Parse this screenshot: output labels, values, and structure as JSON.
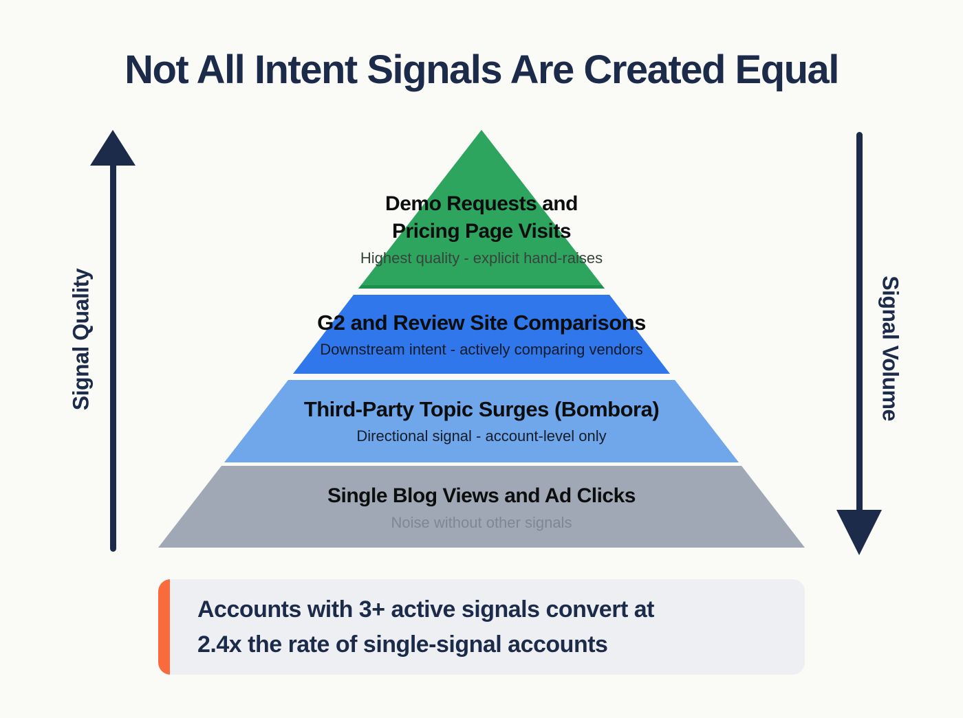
{
  "title": "Not All Intent Signals Are Created Equal",
  "axes": {
    "left": {
      "label": "Signal Quality",
      "direction": "up"
    },
    "right": {
      "label": "Signal Volume",
      "direction": "down"
    }
  },
  "pyramid": {
    "tiers": [
      {
        "title": "Demo Requests and Pricing Page Visits",
        "subtitle": "Highest quality - explicit hand-raises",
        "color": "#2EA55E",
        "edge_color": "#1F8F4E"
      },
      {
        "title": "G2 and Review Site Comparisons",
        "subtitle": "Downstream intent - actively comparing vendors",
        "color": "#2F77EA",
        "edge_color": "#2567D1"
      },
      {
        "title": "Third-Party Topic Surges (Bombora)",
        "subtitle": "Directional signal - account-level only",
        "color": "#6FA7EA",
        "edge_color": "#6FA7EA"
      },
      {
        "title": "Single Blog Views and Ad Clicks",
        "subtitle": "Noise without other signals",
        "color": "#9FA8B4",
        "edge_color": "#9FA8B4"
      }
    ]
  },
  "callout": {
    "line1": "Accounts with 3+ active signals convert at",
    "line2": "2.4x the rate of single-signal accounts",
    "accent_color": "#F96B3D",
    "background_color": "#EDEFF2"
  },
  "colors": {
    "page_background": "#FAFAF7",
    "navy": "#1C2B4A",
    "title_text": "#1C2B4A"
  }
}
